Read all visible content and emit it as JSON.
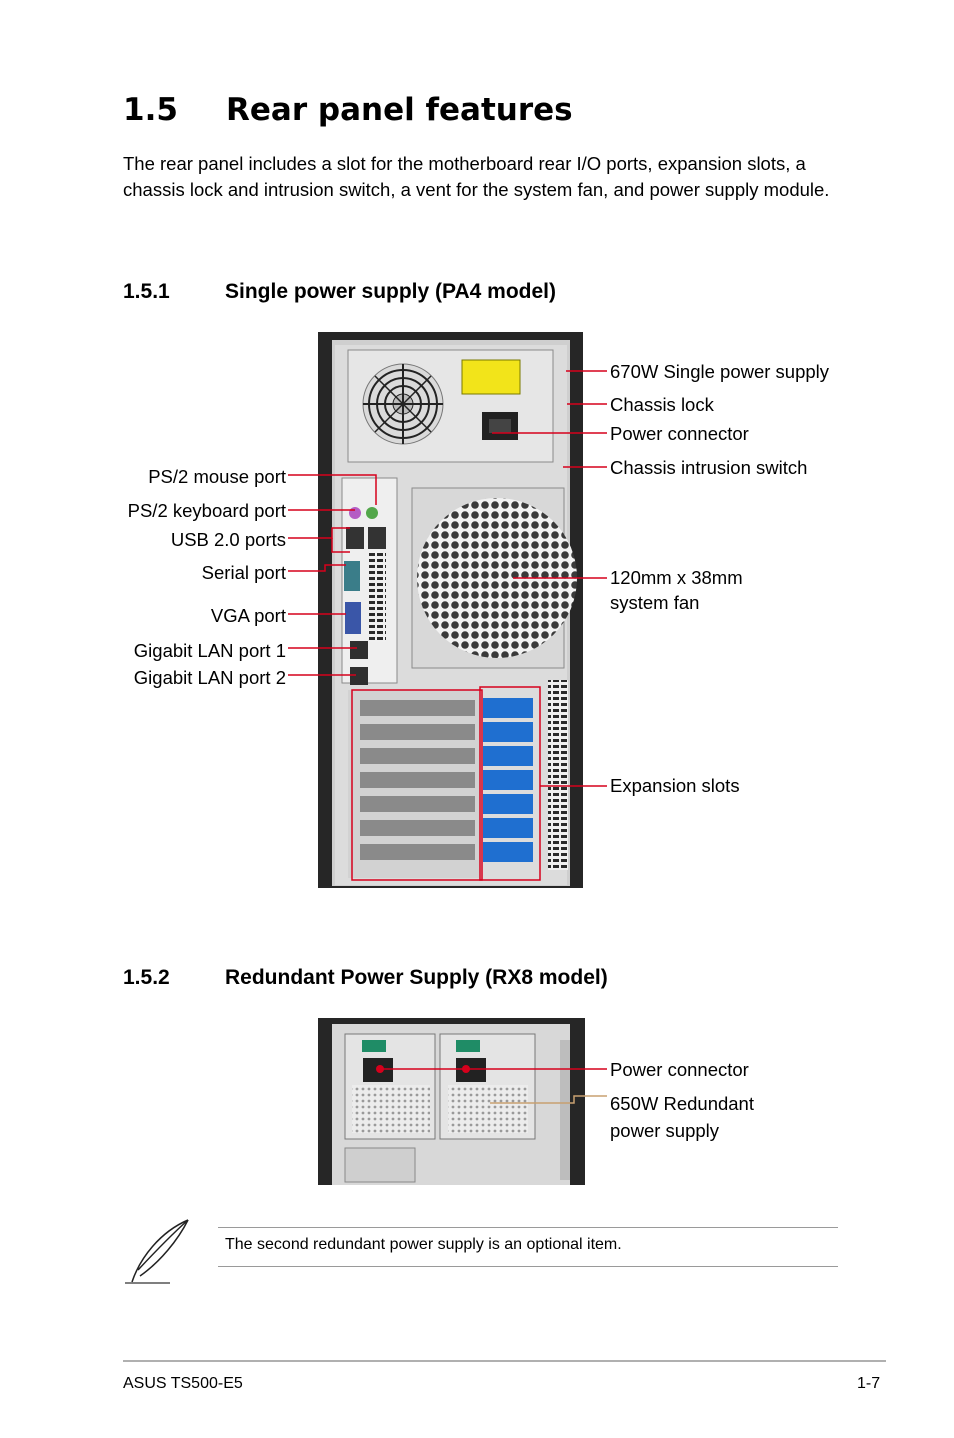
{
  "section": {
    "number": "1.5",
    "title": "Rear panel features"
  },
  "intro": "The rear panel includes a slot for the motherboard rear I/O ports, expansion slots, a chassis lock and intrusion switch, a vent for the system fan, and power supply module.",
  "sub1": {
    "number": "1.5.1",
    "title": "Single power supply (PA4 model)",
    "labels_left": [
      "PS/2 mouse port",
      "PS/2 keyboard port",
      "USB 2.0 ports",
      "Serial port",
      "VGA port",
      "Gigabit LAN port 1",
      "Gigabit LAN port 2"
    ],
    "labels_right": {
      "psu": "670W Single power supply",
      "lock": "Chassis lock",
      "power": "Power connector",
      "intrusion": "Chassis intrusion switch",
      "fan_line1": "120mm x 38mm",
      "fan_line2": "system fan",
      "expansion": "Expansion slots"
    }
  },
  "sub2": {
    "number": "1.5.2",
    "title": "Redundant Power Supply (RX8 model)",
    "labels_right": {
      "power": "Power connector",
      "psu_line1": "650W Redundant",
      "psu_line2": "power supply"
    }
  },
  "note": {
    "icon": "quill-pen-icon",
    "text": "The second redundant power supply is an optional item."
  },
  "footer": {
    "left": "ASUS TS500-E5",
    "right": "1-7"
  },
  "colors": {
    "callout": "#d6001c",
    "slot_blue": "#1f6fd0"
  }
}
